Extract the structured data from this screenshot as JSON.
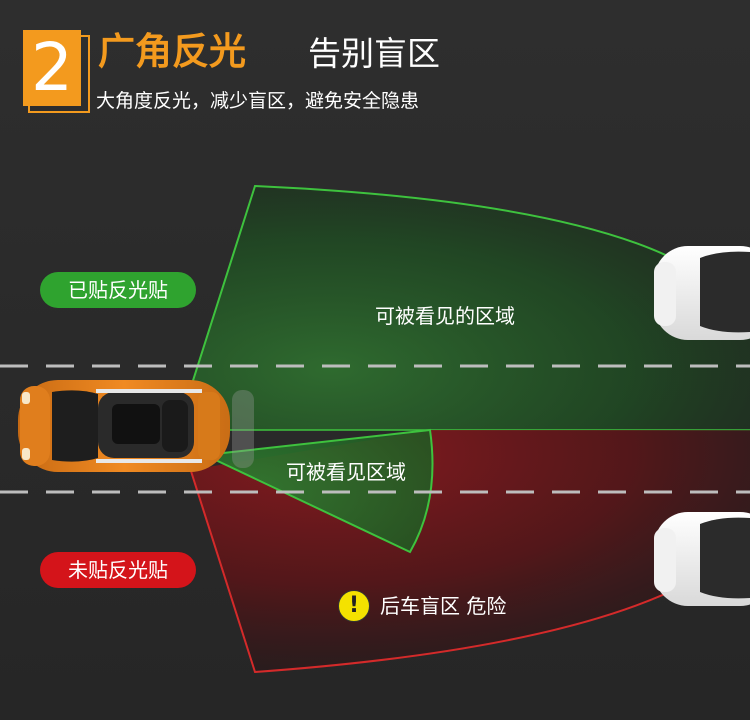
{
  "header": {
    "step_number": "2",
    "title_highlight": "广角反光",
    "title_rest": "告别盲区",
    "subtitle": "大角度反光，减少盲区，避免安全隐患"
  },
  "labels": {
    "with_sticker": "已贴反光贴",
    "without_sticker": "未贴反光贴",
    "visible_area_wide": "可被看见的区域",
    "visible_area_narrow": "可被看见区域",
    "danger_icon_symbol": "!",
    "blind_spot_danger": "后车盲区 危险"
  },
  "colors": {
    "accent_orange": "#f39a1e",
    "green_badge": "#2fa32f",
    "red_badge": "#d4141a",
    "warning_yellow": "#f4e200"
  },
  "icons": {
    "warning": "exclamation-circle-icon"
  }
}
